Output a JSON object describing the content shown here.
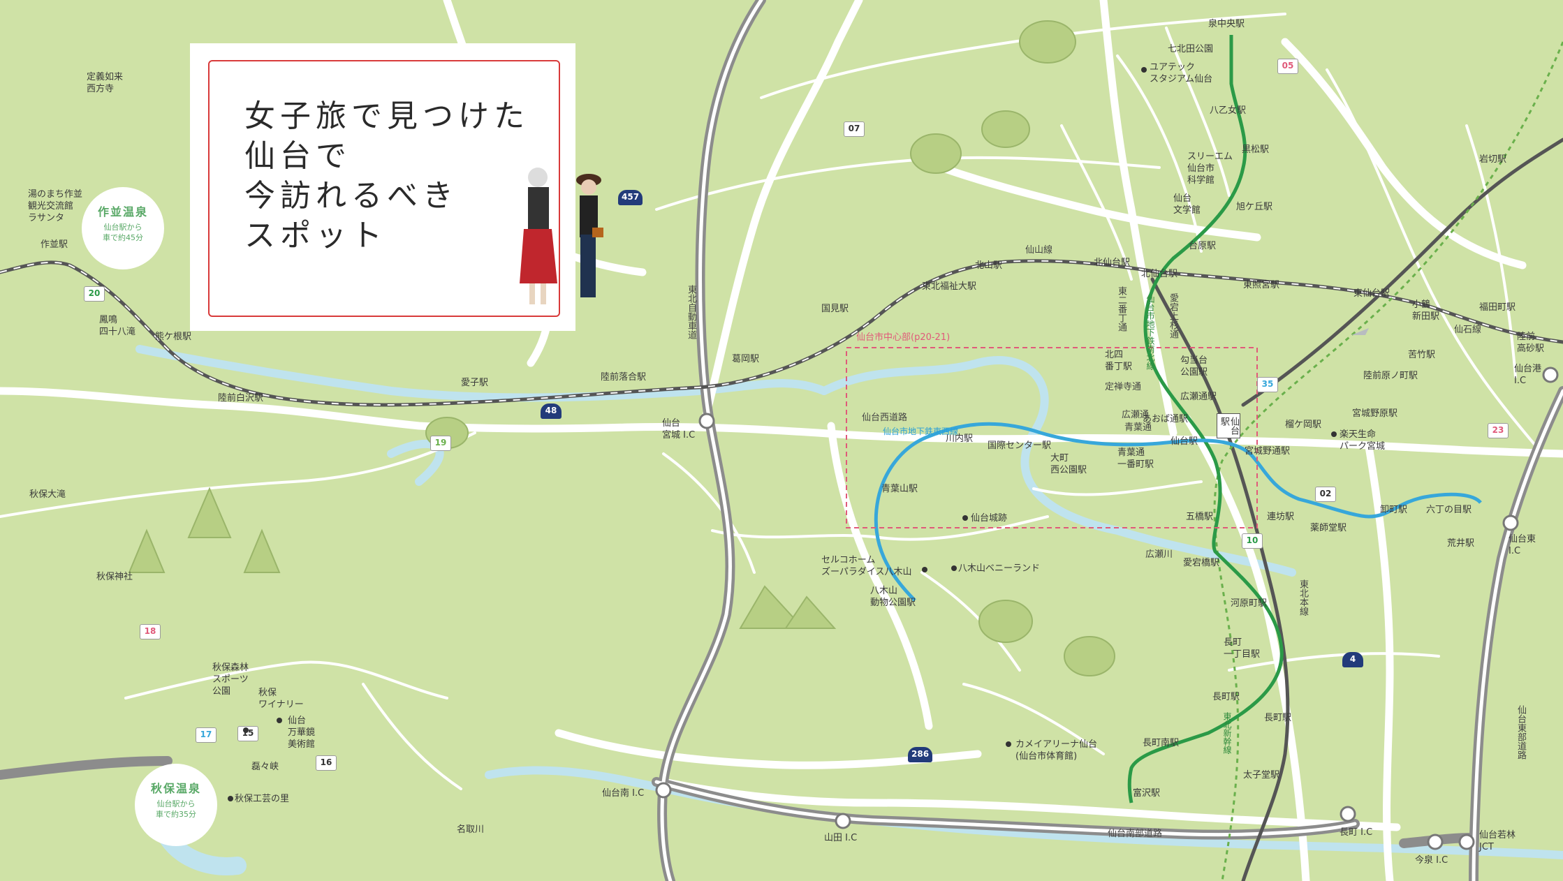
{
  "title": {
    "lines": [
      "女子旅で見つけた",
      "仙台で",
      "今訪れるべき",
      "スポット"
    ]
  },
  "inset_box": {
    "label": "仙台市中心部(p20-21)"
  },
  "onsen": [
    {
      "name": "作並温泉",
      "note": "仙台駅から\n車で約45分"
    },
    {
      "name": "秋保温泉",
      "note": "仙台駅から\n車で約35分"
    }
  ],
  "stations": [
    "泉中央駅",
    "八乙女駅",
    "黒松駅",
    "旭ケ丘駅",
    "台原駅",
    "北仙台駅",
    "北四\n番丁駅",
    "勾当台\n公園駅",
    "広瀬通駅",
    "仙台駅",
    "五橋駅",
    "愛宕橋駅",
    "河原町駅",
    "長町\n一丁目駅",
    "長町駅",
    "長町南駅",
    "富沢駅",
    "八木山\n動物公園駅",
    "青葉山駅",
    "川内駅",
    "国際センター駅",
    "大町\n西公園駅",
    "青葉通\n一番町駅",
    "宮城野通駅",
    "連坊駅",
    "薬師堂駅",
    "卸町駅",
    "六丁の目駅",
    "荒井駅",
    "作並駅",
    "熊ケ根駅",
    "陸前白沢駅",
    "愛子駅",
    "陸前落合駅",
    "葛岡駅",
    "国見駅",
    "東北福祉大駅",
    "北山駅",
    "北仙台駅",
    "東照宮駅",
    "東仙台駅",
    "岩切駅",
    "福田町駅",
    "陸前\n高砂駅",
    "小鶴\n新田駅",
    "苦竹駅",
    "陸前原ノ町駅",
    "宮城野原駅",
    "榴ケ岡駅",
    "長町駅",
    "太子堂駅",
    "あおば通駅",
    "仙台\n駅"
  ],
  "places": [
    "定義如来\n西方寺",
    "湯のまち作並\n観光交流館\nラサンタ",
    "鳳鳴\n四十八滝",
    "秋保大滝",
    "秋保神社",
    "秋保森林\nスポーツ\n公園",
    "秋保\nワイナリー",
    "仙台\n万華鏡\n美術館",
    "磊々峡",
    "秋保工芸の里",
    "セルコホーム\nズーパラダイス八木山",
    "八木山ベニーランド",
    "仙台城跡",
    "カメイアリーナ仙台\n(仙台市体育館)",
    "七北田公園",
    "ユアテック\nスタジアム仙台",
    "スリーエム\n仙台市\n科学館",
    "仙台\n文学館",
    "楽天生命\nパーク宮城",
    "名取川"
  ],
  "roads": [
    "仙山線",
    "仙台西道路",
    "青葉通",
    "広瀬通",
    "定禅寺通",
    "愛宕上杉通",
    "東二番丁通",
    "仙石線",
    "東北本線",
    "東北自動車道",
    "仙台東部道路",
    "仙台南部道路",
    "東北新幹線",
    "仙台市地下鉄南北線",
    "仙台市地下鉄東西線",
    "広瀬川"
  ],
  "interchanges": [
    "仙台\n宮城 I.C",
    "仙台南 I.C",
    "山田 I.C",
    "長町 I.C",
    "今泉 I.C",
    "仙台若林\nJCT",
    "仙台東\nI.C",
    "仙台港\nI.C"
  ],
  "route_shields": [
    "457",
    "48",
    "286",
    "4",
    "07",
    "05",
    "02",
    "15",
    "16",
    "17",
    "18",
    "19",
    "20",
    "10",
    "23",
    "35"
  ],
  "colors": {
    "land": "#cfe2a6",
    "road": "#ffffff",
    "subway_ns": "#2b9a47",
    "subway_ew": "#37a7da",
    "rail": "#555555",
    "river": "#bfe3ee",
    "inset": "#e05a7a",
    "title_frame": "#d83a3a"
  }
}
